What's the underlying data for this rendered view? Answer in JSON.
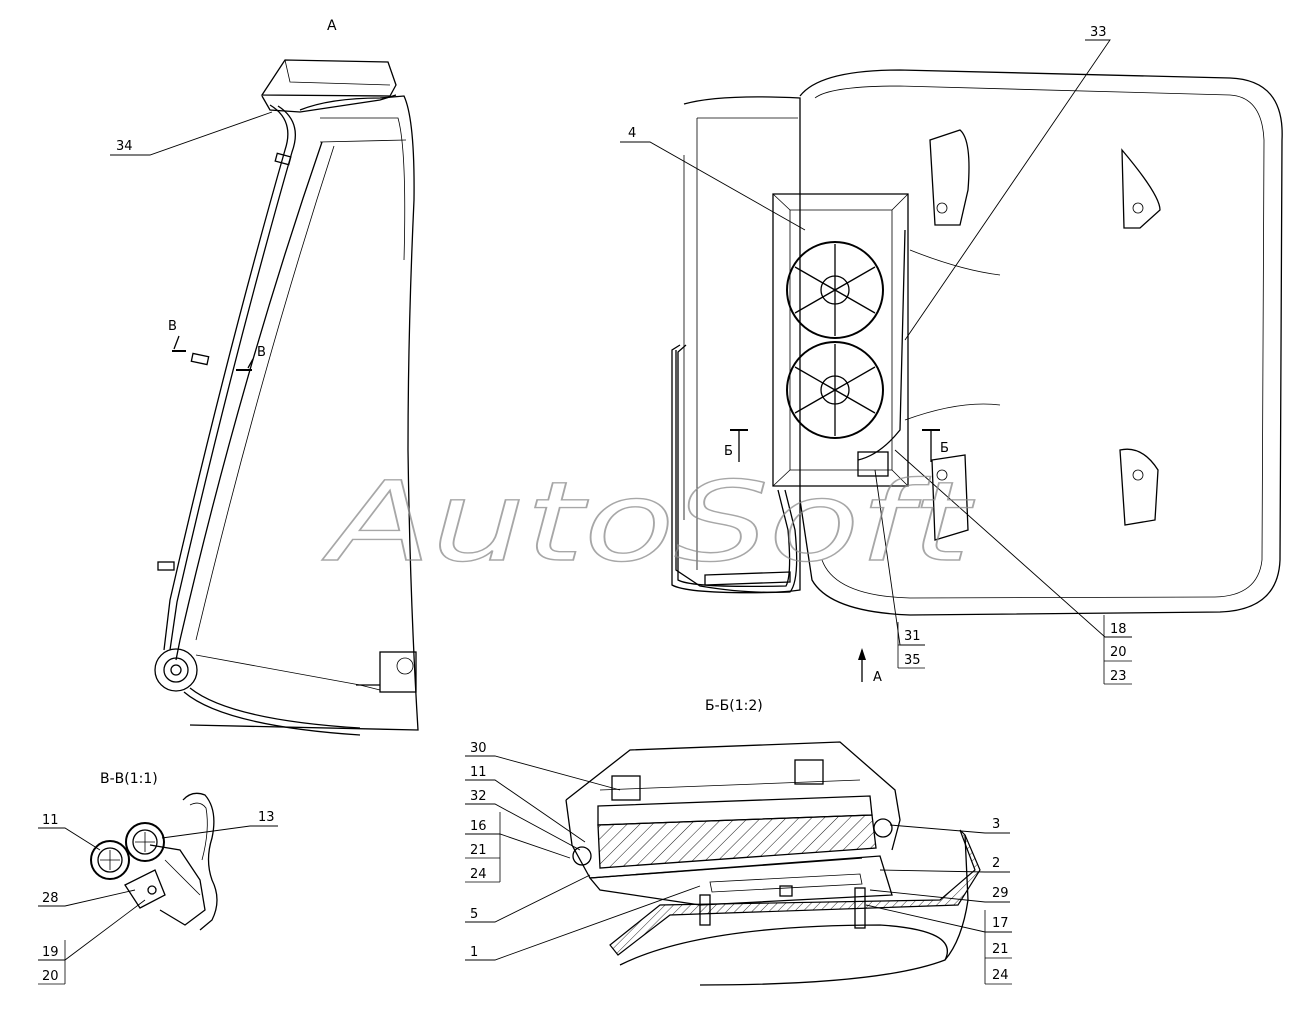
{
  "watermark": "AutoSoft",
  "views": {
    "view_a": {
      "title": "A"
    },
    "section_bb": {
      "title": "Б-Б(1:2)"
    },
    "section_vv": {
      "title": "В-В(1:1)"
    }
  },
  "section_marks": {
    "b": "Б",
    "v": "В",
    "a": "A"
  },
  "labels": {
    "p34": "34",
    "p33": "33",
    "p4": "4",
    "p31": "31",
    "p35": "35",
    "p18": "18",
    "p20a": "20",
    "p23": "23",
    "p30": "30",
    "p11a": "11",
    "p32": "32",
    "p16": "16",
    "p21a": "21",
    "p24a": "24",
    "p5": "5",
    "p1": "1",
    "p3": "3",
    "p2": "2",
    "p29": "29",
    "p17": "17",
    "p21b": "21",
    "p24b": "24",
    "p11b": "11",
    "p13": "13",
    "p28": "28",
    "p19": "19",
    "p20b": "20"
  }
}
